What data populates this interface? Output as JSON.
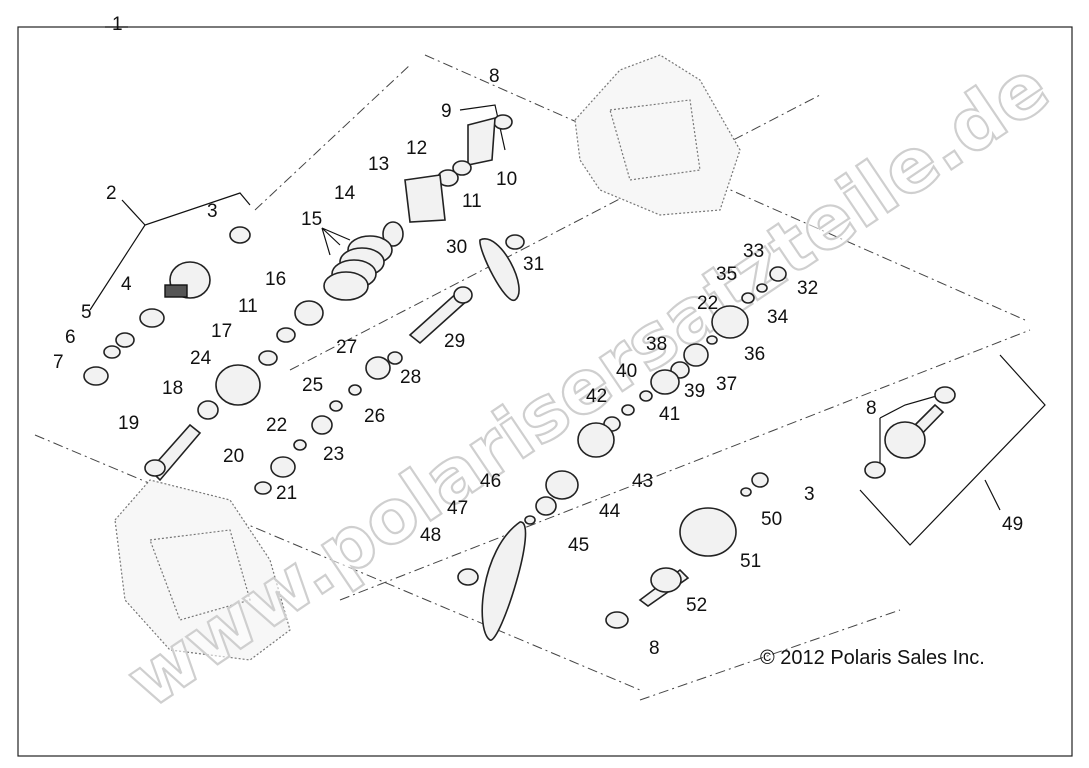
{
  "diagram": {
    "callouts": [
      "1",
      "2",
      "3",
      "4",
      "5",
      "6",
      "7",
      "8",
      "9",
      "10",
      "11",
      "12",
      "13",
      "14",
      "15",
      "16",
      "11",
      "17",
      "24",
      "18",
      "19",
      "20",
      "21",
      "22",
      "23",
      "25",
      "26",
      "27",
      "28",
      "29",
      "30",
      "31",
      "33",
      "35",
      "32",
      "34",
      "22",
      "36",
      "38",
      "37",
      "40",
      "39",
      "42",
      "41",
      "43",
      "46",
      "47",
      "44",
      "45",
      "48",
      "3",
      "50",
      "51",
      "52",
      "8",
      "8",
      "49"
    ],
    "copyright": "© 2012 Polaris Sales Inc.",
    "watermark": "www.polarisersatzteile.de"
  }
}
